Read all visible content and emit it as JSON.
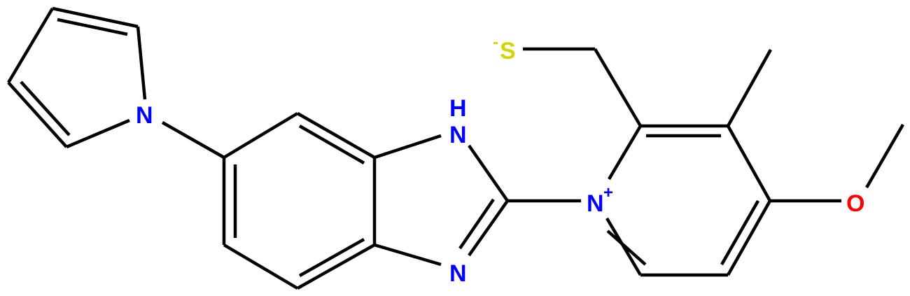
{
  "diagram": {
    "type": "chemical-structure",
    "colors": {
      "bond": "#000000",
      "nitrogen": "#0000ff",
      "oxygen": "#ff0000",
      "sulfur": "#d4d400"
    },
    "atoms": {
      "pyrrole_n": {
        "label": "N"
      },
      "imidazole_nh": {
        "label": "H",
        "label2": "N"
      },
      "imidazole_n": {
        "label": "N"
      },
      "pyridinium_n": {
        "label": "N",
        "charge": "+"
      },
      "thiolate_s": {
        "label": "S",
        "charge": "-"
      },
      "methoxy_o": {
        "label": "O"
      }
    }
  }
}
